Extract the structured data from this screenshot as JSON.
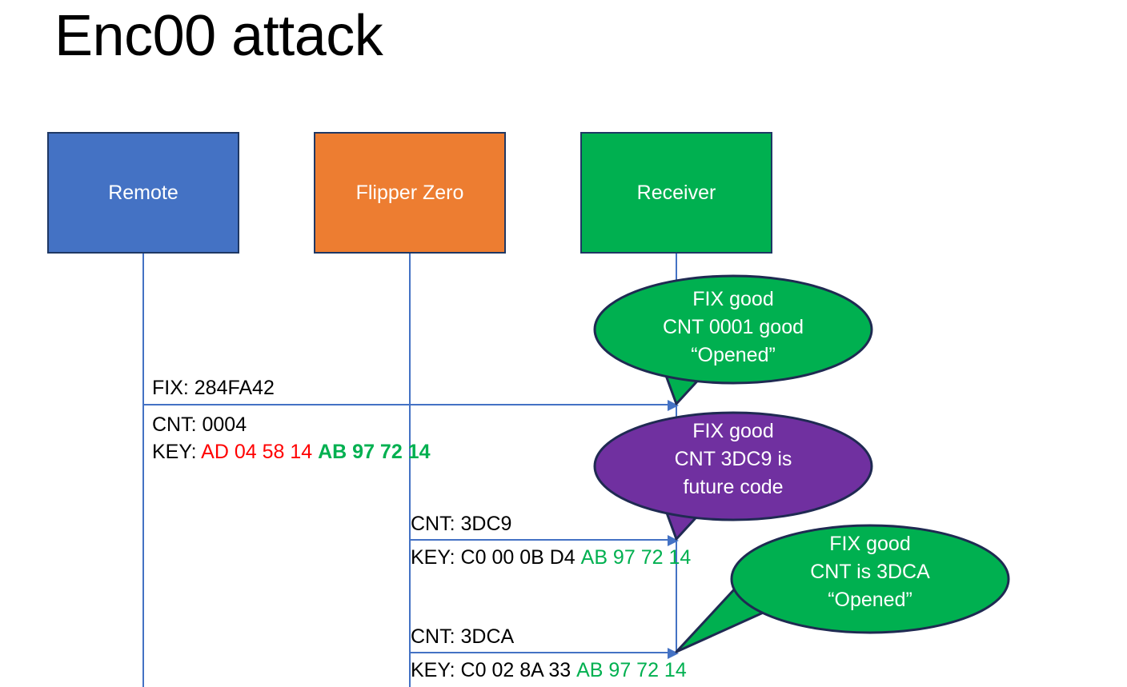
{
  "slide": {
    "title": "Enc00 attack",
    "background": "#ffffff"
  },
  "colors": {
    "remote_blue": "#4472C4",
    "flipper_orange": "#ED7D31",
    "receiver_green": "#00B050",
    "bubble_purple": "#7030A0",
    "bubble_border": "#1F2A52",
    "lifeline_blue": "#4472C4",
    "hex_red": "#FF0000",
    "hex_green": "#00B050",
    "box_border": "#1F3864"
  },
  "actors": [
    {
      "id": "remote",
      "label": "Remote",
      "color": "#4472C4"
    },
    {
      "id": "flipper",
      "label": "Flipper Zero",
      "color": "#ED7D31"
    },
    {
      "id": "receiver",
      "label": "Receiver",
      "color": "#00B050"
    }
  ],
  "messages": [
    {
      "id": "msg1",
      "from": "remote",
      "to": "receiver",
      "fix_label": "FIX: 284FA42",
      "cnt_label": "CNT: 0004",
      "key_prefix": "KEY: ",
      "key_first_half": "AD 04 58 14",
      "key_second_half": "AB 97 72 14"
    },
    {
      "id": "msg2",
      "from": "flipper",
      "to": "receiver",
      "cnt_label": "CNT: 3DC9",
      "key_prefix": "KEY: ",
      "key_first_half": "C0 00 0B D4",
      "key_second_half": "AB 97 72 14"
    },
    {
      "id": "msg3",
      "from": "flipper",
      "to": "receiver",
      "cnt_label": "CNT: 3DCA",
      "key_prefix": "KEY: ",
      "key_first_half": "C0 02 8A 33",
      "key_second_half": "AB 97 72 14"
    }
  ],
  "bubbles": [
    {
      "id": "bubble1",
      "color": "#00B050",
      "line1": "FIX good",
      "line2": "CNT 0001 good",
      "line3": "“Opened”"
    },
    {
      "id": "bubble2",
      "color": "#7030A0",
      "line1": "FIX good",
      "line2": "CNT 3DC9 is",
      "line3": "future code"
    },
    {
      "id": "bubble3",
      "color": "#00B050",
      "line1": "FIX good",
      "line2": "CNT is 3DCA",
      "line3": "“Opened”"
    }
  ]
}
